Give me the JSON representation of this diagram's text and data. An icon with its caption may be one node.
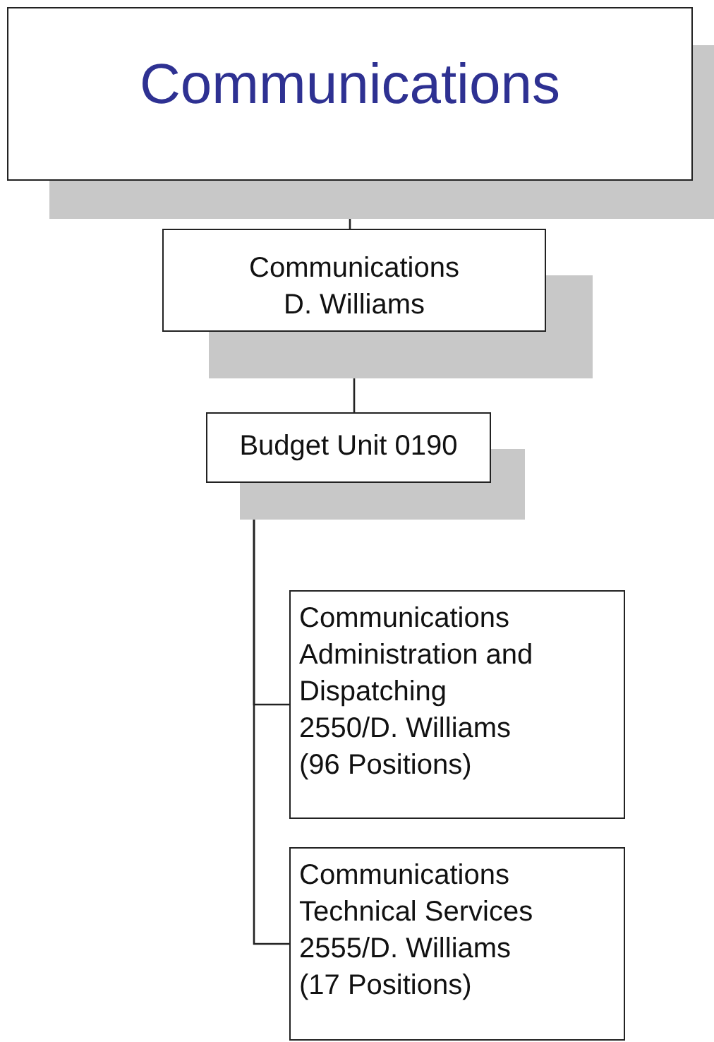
{
  "diagram": {
    "nodes": [
      {
        "text": [
          "Communications"
        ]
      },
      {
        "text": [
          "Communications",
          "D. Williams"
        ]
      },
      {
        "text": [
          "Budget Unit 0190"
        ]
      },
      {
        "text": [
          "Communications Administration and Dispatching",
          "2550/D. Williams",
          "(96 Positions)"
        ]
      },
      {
        "text": [
          "Communications Technical Services",
          "2555/D. Williams",
          "(17 Positions)"
        ]
      }
    ],
    "edges": [
      {
        "from": 0,
        "to": 1,
        "arrow": "none"
      },
      {
        "from": 1,
        "to": 2,
        "arrow": "none"
      },
      {
        "from": 2,
        "to": 3,
        "arrow": "none"
      },
      {
        "from": 2,
        "to": 4,
        "arrow": "none"
      }
    ]
  }
}
